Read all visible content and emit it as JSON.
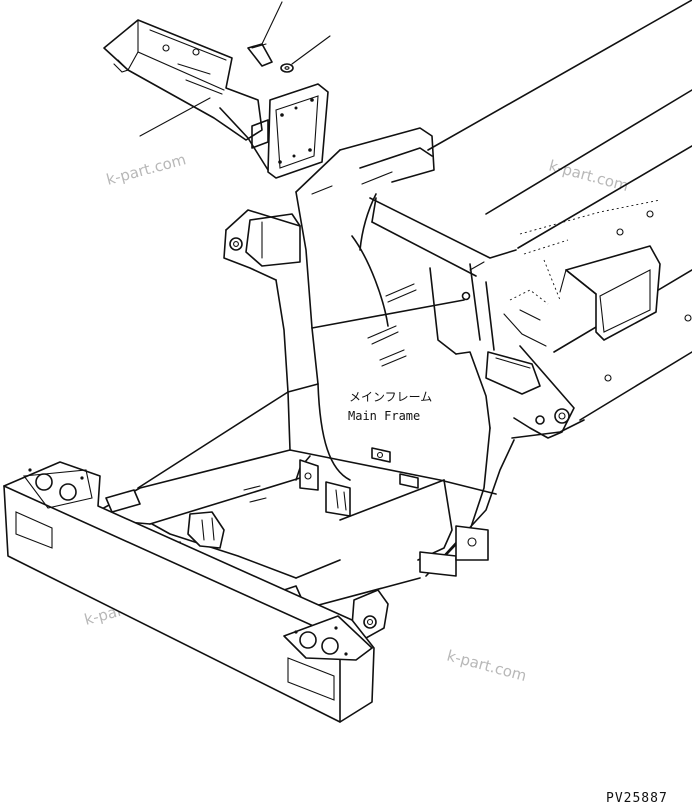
{
  "callouts": {
    "label_japanese": "メインフレーム",
    "label_english": "Main Frame"
  },
  "drawing_code": "PV25887",
  "watermarks": [
    "k-part.com",
    "k-part.com",
    "k-part.com",
    "k-part.com"
  ],
  "colors": {
    "line": "#111111",
    "watermark": "#b8b8b8",
    "background": "#ffffff"
  }
}
